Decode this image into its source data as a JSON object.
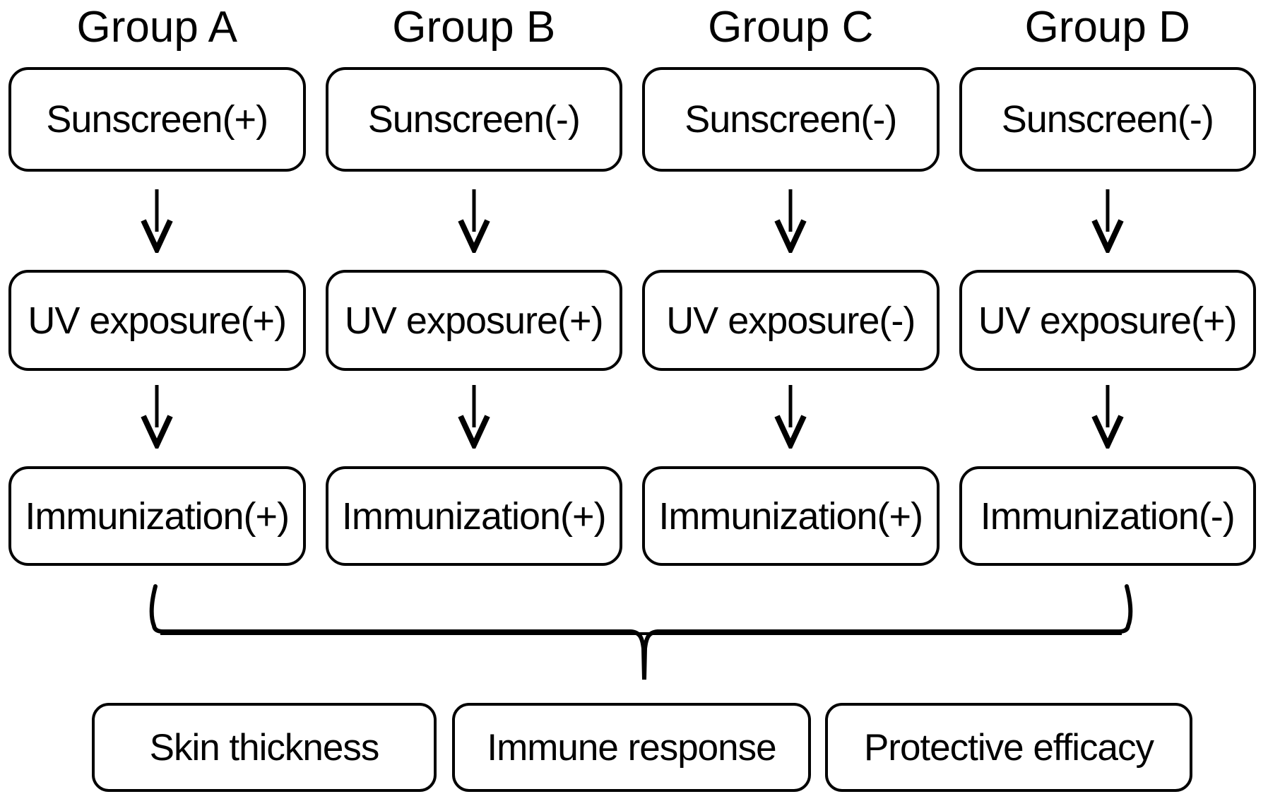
{
  "diagram": {
    "columns": [
      {
        "title": "Group A",
        "boxes": [
          "Sunscreen(+)",
          "UV exposure(+)",
          "Immunization(+)"
        ]
      },
      {
        "title": "Group B",
        "boxes": [
          "Sunscreen(-)",
          "UV exposure(+)",
          "Immunization(+)"
        ]
      },
      {
        "title": "Group C",
        "boxes": [
          "Sunscreen(-)",
          "UV exposure(-)",
          "Immunization(+)"
        ]
      },
      {
        "title": "Group D",
        "boxes": [
          "Sunscreen(-)",
          "UV exposure(+)",
          "Immunization(-)"
        ]
      }
    ],
    "outcomes": [
      "Skin thickness",
      "Immune response",
      "Protective efficacy"
    ],
    "colors": {
      "stroke": "#000000",
      "background": "#ffffff",
      "text": "#000000"
    }
  }
}
